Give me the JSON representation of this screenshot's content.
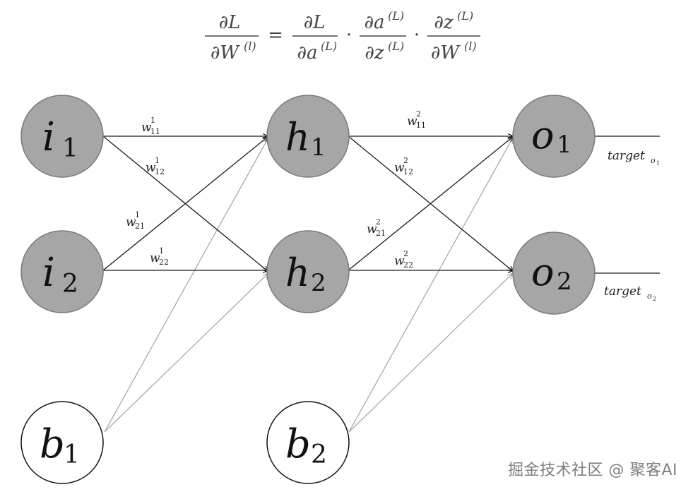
{
  "formula": {
    "lhs_num": "∂L",
    "lhs_den_main": "∂W",
    "lhs_den_sup": "(l)",
    "equals": "=",
    "t1_num": "∂L",
    "t1_den_main": "∂a",
    "t1_den_sup": "(L)",
    "dot": "·",
    "t2_num_main": "∂a",
    "t2_num_sup": "(L)",
    "t2_den_main": "∂z",
    "t2_den_sup": "(L)",
    "t3_num_main": "∂z",
    "t3_num_sup": "(L)",
    "t3_den_main": "∂W",
    "t3_den_sup": "(l)"
  },
  "nodes": {
    "i1": {
      "main": "i",
      "sub": "1",
      "fill": "#a6a6a6"
    },
    "i2": {
      "main": "i",
      "sub": "2",
      "fill": "#a6a6a6"
    },
    "b1": {
      "main": "b",
      "sub": "1",
      "fill": "#ffffff"
    },
    "h1": {
      "main": "h",
      "sub": "1",
      "fill": "#a6a6a6"
    },
    "h2": {
      "main": "h",
      "sub": "2",
      "fill": "#a6a6a6"
    },
    "b2": {
      "main": "b",
      "sub": "2",
      "fill": "#ffffff"
    },
    "o1": {
      "main": "o",
      "sub": "1",
      "fill": "#a6a6a6"
    },
    "o2": {
      "main": "o",
      "sub": "2",
      "fill": "#a6a6a6"
    }
  },
  "weights": {
    "w1_11": {
      "main": "w",
      "sup": "1",
      "sub": "11"
    },
    "w1_12": {
      "main": "w",
      "sup": "1",
      "sub": "12"
    },
    "w1_21": {
      "main": "w",
      "sup": "1",
      "sub": "21"
    },
    "w1_22": {
      "main": "w",
      "sup": "1",
      "sub": "22"
    },
    "w2_11": {
      "main": "w",
      "sup": "2",
      "sub": "11"
    },
    "w2_12": {
      "main": "w",
      "sup": "2",
      "sub": "12"
    },
    "w2_21": {
      "main": "w",
      "sup": "2",
      "sub": "21"
    },
    "w2_22": {
      "main": "w",
      "sup": "2",
      "sub": "22"
    }
  },
  "targets": {
    "t1": {
      "main": "target",
      "sub": "o",
      "subsub": "1"
    },
    "t2": {
      "main": "target",
      "sub": "o",
      "subsub": "2"
    }
  },
  "colors": {
    "edge": "#1a1a1a",
    "bias_edge": "#aaaaaa",
    "node_stroke": "#7a7a7a",
    "bias_stroke": "#111111",
    "label": "#222222"
  },
  "watermark": "掘金技术社区 @ 聚客AI"
}
